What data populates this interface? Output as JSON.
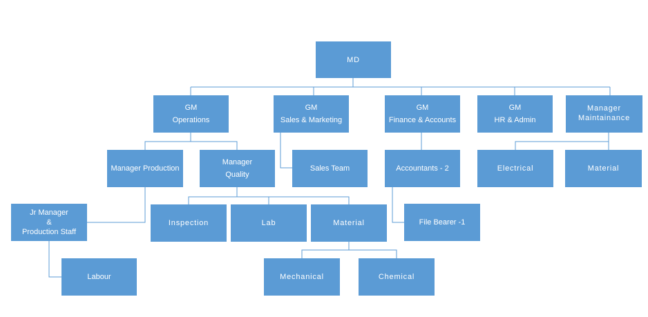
{
  "nodes": {
    "md": "MD",
    "gm_operations": [
      "GM",
      "Operations"
    ],
    "gm_sales": [
      "GM",
      "Sales & Marketing"
    ],
    "gm_finance": [
      "GM",
      "Finance & Accounts"
    ],
    "gm_hr": [
      "GM",
      "HR & Admin"
    ],
    "manager_maintenance": [
      "Manager",
      "Maintainance"
    ],
    "manager_production": "Manager Production",
    "manager_quality": [
      "Manager",
      "Quality"
    ],
    "sales_team": "Sales Team",
    "accountants": "Accountants - 2",
    "electrical": "Electrical",
    "maintenance_material": "Material",
    "jr_manager": [
      "Jr Manager",
      "&",
      "Production Staff"
    ],
    "inspection": "Inspection",
    "lab": "Lab",
    "quality_material": "Material",
    "file_bearer": "File Bearer -1",
    "labour": "Labour",
    "mechanical": "Mechanical",
    "chemical": "Chemical"
  },
  "colors": {
    "box_fill": "#5b9bd5",
    "connector": "#5b9bd5",
    "text": "#ffffff"
  }
}
